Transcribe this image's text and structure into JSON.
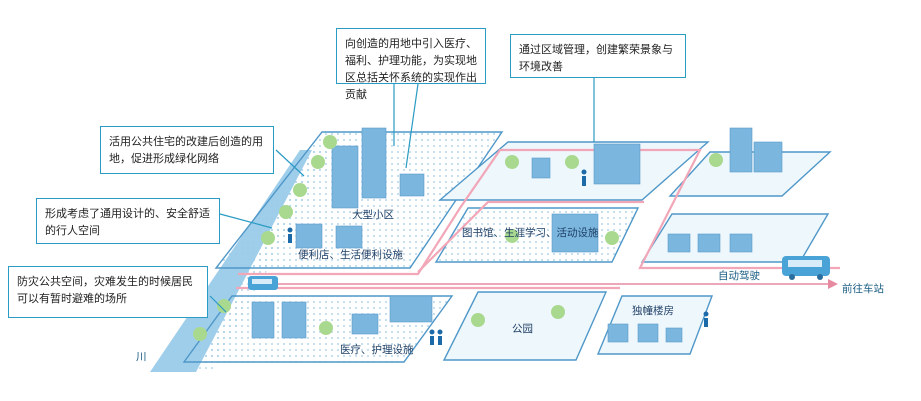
{
  "callouts": {
    "new_land": "向创造的用地中引入医疗、福利、护理功能，为实现地区总括关怀系统的实现作出贡献",
    "area_management": "通过区域管理，创建繁荣景象与环境改善",
    "public_housing": "活用公共住宅的改建后创造的用地，促进形成绿化网络",
    "universal_design": "形成考虑了通用设计的、安全舒适的行人空间",
    "disaster_space": "防灾公共空间，灾难发生的时候居民可以有暂时避难的场所"
  },
  "labels": {
    "large_district": "大型小区",
    "convenience": "便利店、生活便利设施",
    "library": "图书馆、生涯学习、活动设施",
    "auto_drive": "自动驾驶",
    "to_station": "前往车站",
    "medical": "医疗、护理设施",
    "park": "公园",
    "detached": "独幢楼房",
    "river": "川"
  },
  "colors": {
    "accent": "#2a9bc3",
    "road_pink": "#f2a7b8",
    "block_fill": "#eef7fc",
    "building": "#7ab6de",
    "tree": "#a8d98e"
  }
}
